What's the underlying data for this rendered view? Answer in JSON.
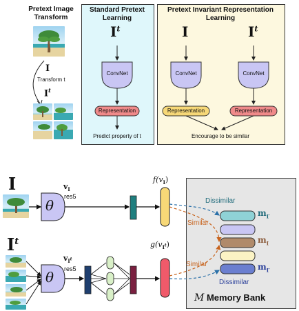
{
  "top": {
    "pretext_panel": {
      "title": "Pretext Image Transform",
      "input_symbol": "I",
      "transform_label": "Transform t",
      "output_symbol": "I",
      "output_superscript": "t"
    },
    "standard_panel": {
      "title": "Standard Pretext Learning",
      "input_symbol": "I",
      "input_superscript": "t",
      "convnet_label": "ConvNet",
      "representation_label": "Representation",
      "caption": "Predict property of t",
      "colors": {
        "panel": "#dff7fb",
        "convnet": "#c9c6f4",
        "representation": "#f08a8a"
      }
    },
    "invariant_panel": {
      "title": "Pretext Invariant Representation Learning",
      "left_input_symbol": "I",
      "right_input_symbol": "I",
      "right_input_superscript": "t",
      "convnet_label": "ConvNet",
      "representation_label": "Representation",
      "caption": "Encourage to be similar",
      "colors": {
        "panel": "#fdf8df",
        "convnet": "#c9c6f4",
        "rep_left": "#f7d877",
        "rep_right": "#f08a8a"
      }
    }
  },
  "bottom": {
    "top_row": {
      "input_symbol": "I",
      "theta": "θ",
      "feature_label": "v",
      "feature_sub": "I",
      "res_label": "res5",
      "func_label": "f(v",
      "func_sub": "I",
      "func_close": ")"
    },
    "bottom_row": {
      "input_symbol": "I",
      "input_superscript": "t",
      "theta": "θ",
      "feature_label": "v",
      "feature_sub": "I",
      "feature_subsup": "t",
      "res_label": "res5",
      "func_label": "g(v",
      "func_sub": "I",
      "func_subsup": "t",
      "func_close": ")"
    },
    "memory_bank": {
      "symbol": "M",
      "title": "Memory Bank",
      "dissimilar_top": "Dissimilar",
      "similar_top": "Similar",
      "similar_bottom": "Similar",
      "dissimilar_bottom": "Dissimilar",
      "m_top": "m",
      "m_top_sub": "I′",
      "m_mid": "m",
      "m_mid_sub": "I",
      "m_bot": "m",
      "m_bot_sub": "I′"
    },
    "colors": {
      "theta": "#c9c6f4",
      "teal_bar": "#1f7f7f",
      "navy_bar": "#1f3f6f",
      "maroon_bar": "#7a2040",
      "f_box": "#f7d877",
      "g_box": "#f05a6a",
      "mlp_node": "#d9f0c8",
      "memory_bg": "#e6e6e6",
      "dissimilar_arrow": "#2a70a8",
      "similar_arrow": "#c8641e",
      "bank_teal": "#8fd2d6",
      "bank_brown": "#b08a6a",
      "bank_yellow": "#fbf3c4",
      "bank_blue": "#6b7fd0",
      "bank_lavender": "#c9c6f4"
    }
  }
}
